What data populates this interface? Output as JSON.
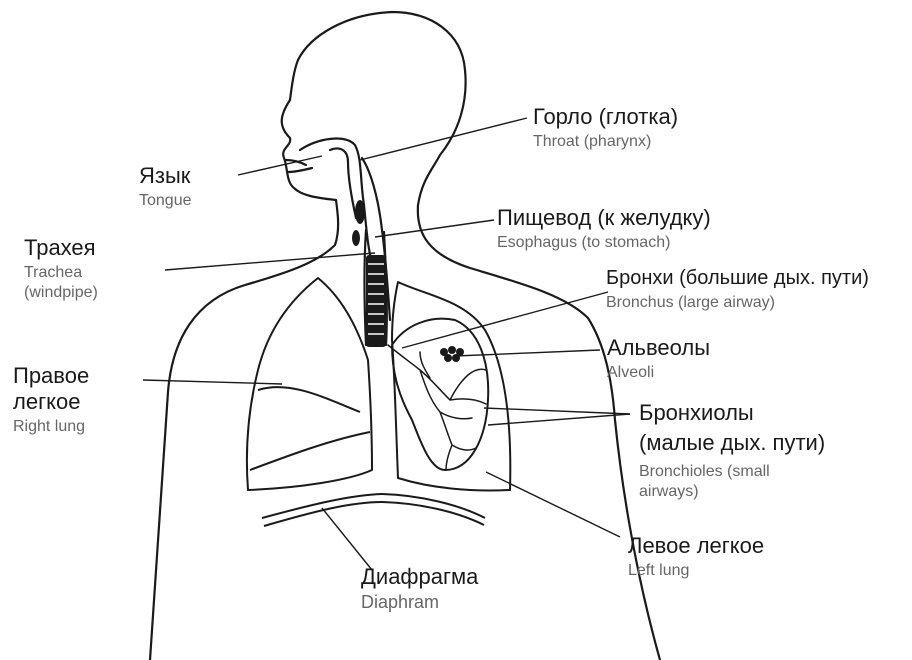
{
  "labels": {
    "tongue": {
      "ru": "Язык",
      "en": "Tongue"
    },
    "throat": {
      "ru": "Горло (глотка)",
      "en": "Throat (pharynx)"
    },
    "esophagus": {
      "ru": "Пищевод (к желудку)",
      "en": "Esophagus (to stomach)"
    },
    "trachea": {
      "ru": "Трахея",
      "en_line1": "Trachea",
      "en_line2": "(windpipe)"
    },
    "bronchus": {
      "ru": "Бронхи (большие дых. пути)",
      "en": "Bronchus (large airway)"
    },
    "alveoli": {
      "ru": "Альвеолы",
      "en": "Alveoli"
    },
    "right_lung": {
      "ru_line1": "Правое",
      "ru_line2": "легкое",
      "en": "Right lung"
    },
    "bronchioles": {
      "ru_line1": "Бронхиолы",
      "ru_line2": "(малые дых. пути)",
      "en_line1": "Bronchioles (small",
      "en_line2": "airways)"
    },
    "left_lung": {
      "ru": "Левое легкое",
      "en": "Left lung"
    },
    "diaphragm": {
      "ru": "Диафрагма",
      "en": "Diaphram"
    }
  },
  "colors": {
    "outline": "#1a1a1a",
    "russian_text": "#1a1a1a",
    "english_text": "#666666"
  }
}
